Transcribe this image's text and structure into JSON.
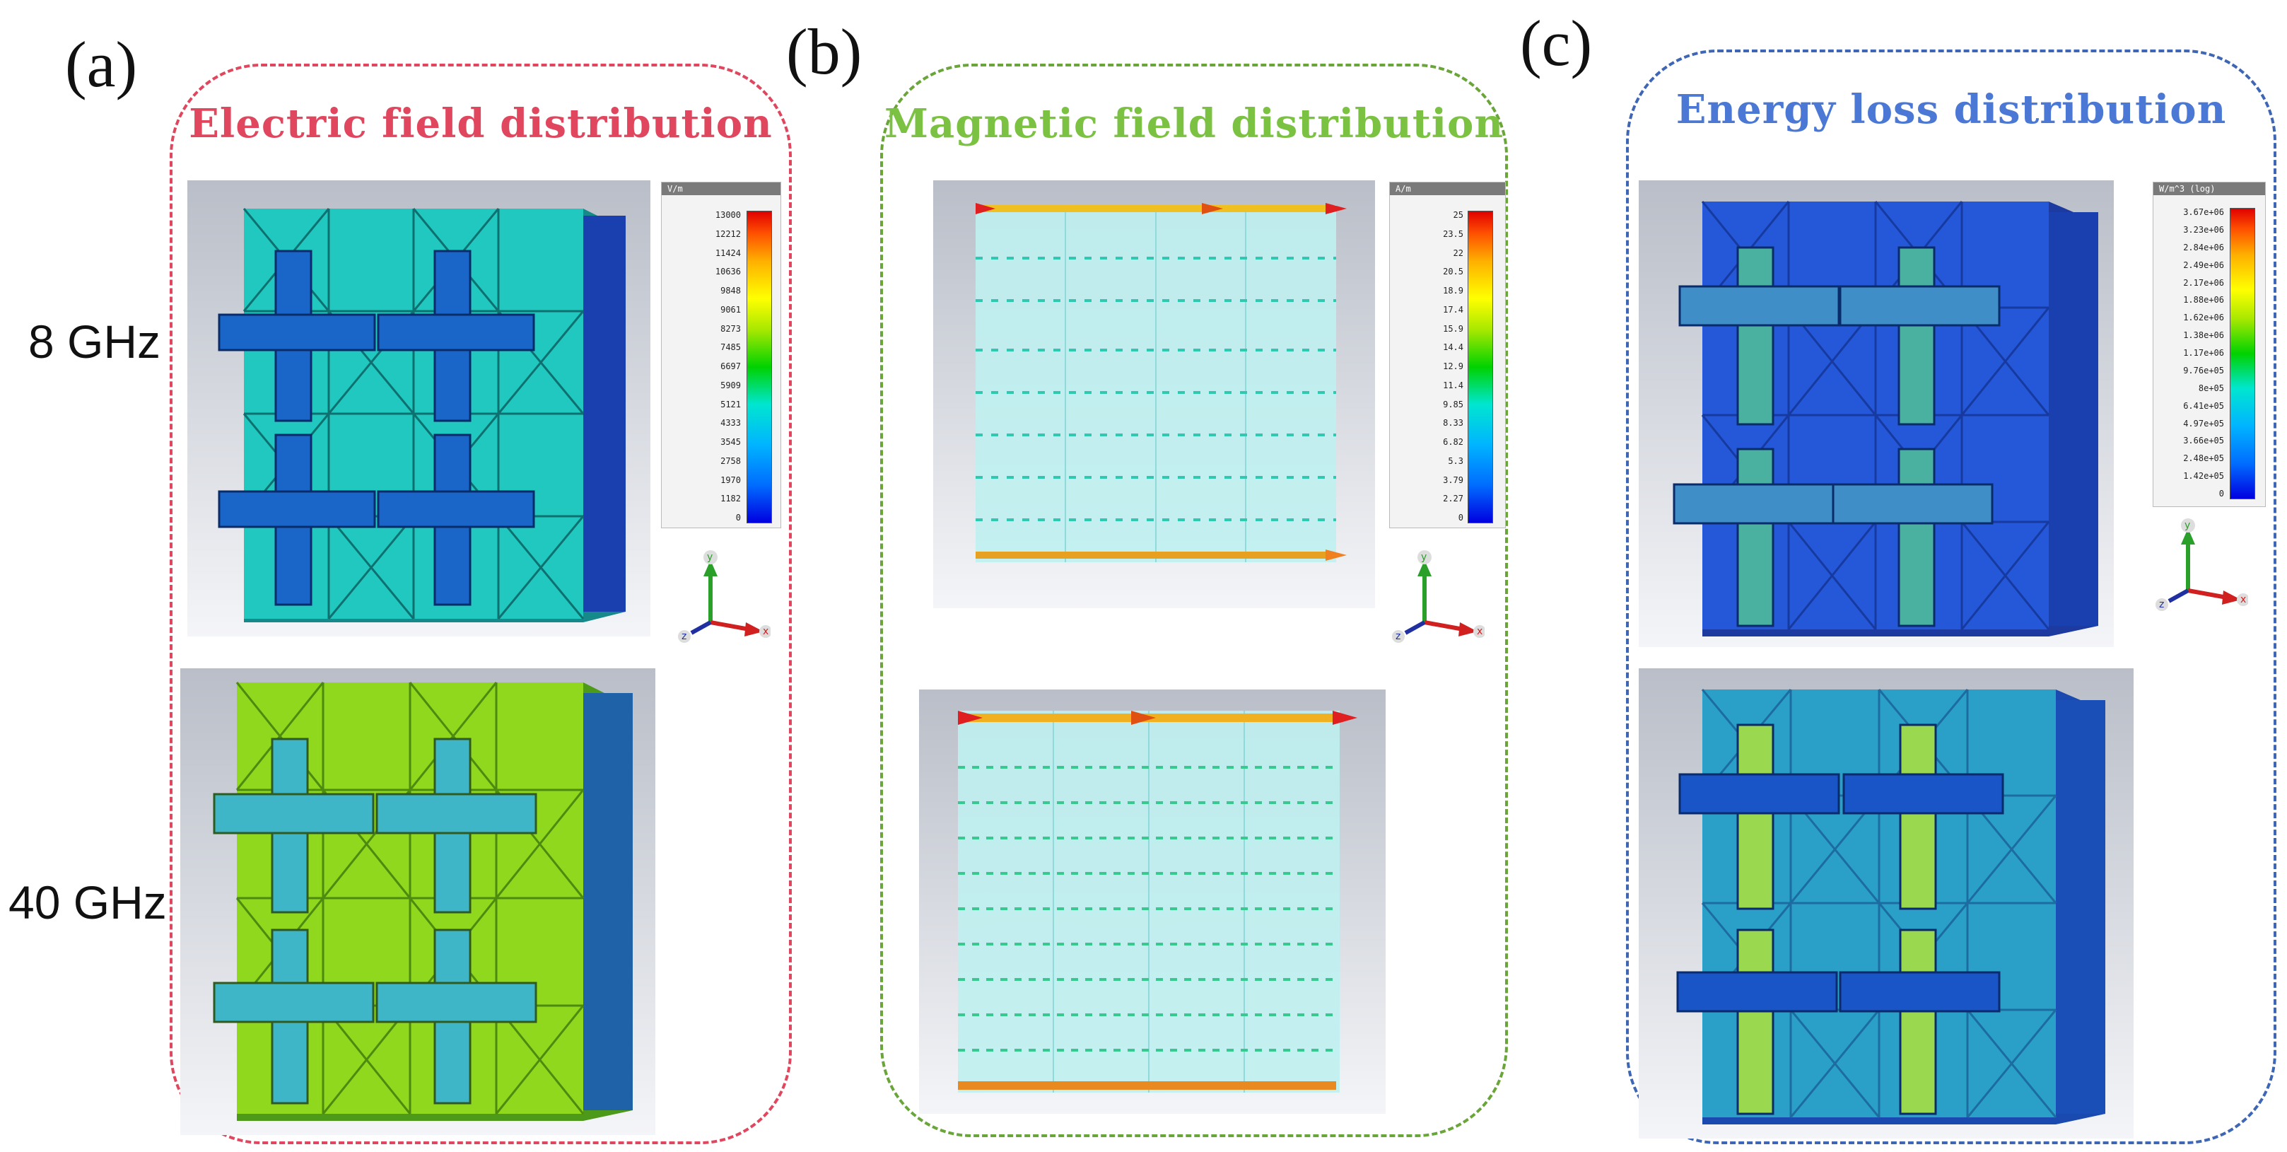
{
  "panels": {
    "a": "(a)",
    "b": "(b)",
    "c": "(c)"
  },
  "freqs": {
    "low": "8 GHz",
    "high": "40 GHz"
  },
  "groups": {
    "electric": {
      "title": "Electric field distribution",
      "color": "#e0475e"
    },
    "magnetic": {
      "title": "Magnetic field distribution",
      "color": "#7cc242"
    },
    "energy": {
      "title": "Energy loss distribution",
      "color": "#4a78d4"
    }
  },
  "legends": {
    "electric": {
      "unit": "V/m",
      "ticks": [
        "13000",
        "12212",
        "11424",
        "10636",
        "9848",
        "9061",
        "8273",
        "7485",
        "6697",
        "5909",
        "5121",
        "4333",
        "3545",
        "2758",
        "1970",
        "1182",
        "0"
      ]
    },
    "magnetic": {
      "unit": "A/m",
      "ticks": [
        "25",
        "23.5",
        "22",
        "20.5",
        "18.9",
        "17.4",
        "15.9",
        "14.4",
        "12.9",
        "11.4",
        "9.85",
        "8.33",
        "6.82",
        "5.3",
        "3.79",
        "2.27",
        "0"
      ]
    },
    "energy": {
      "unit": "W/m^3 (log)",
      "ticks": [
        "3.67e+06",
        "3.23e+06",
        "2.84e+06",
        "2.49e+06",
        "2.17e+06",
        "1.88e+06",
        "1.62e+06",
        "1.38e+06",
        "1.17e+06",
        "9.76e+05",
        "8e+05",
        "6.41e+05",
        "4.97e+05",
        "3.66e+05",
        "2.48e+05",
        "1.42e+05",
        "0"
      ]
    }
  },
  "axes": {
    "x": "x",
    "y": "y",
    "z": "z"
  },
  "colors": {
    "e_low_cube": "#20c8c0",
    "e_low_cross": "#1a66c8",
    "e_high_cube": "#8fd81e",
    "e_high_cross": "#3fb6c8",
    "h_fill": "#bff0f0",
    "l_low_cube": "#2558d8",
    "l_low_cross": "#3f8ec8",
    "l_high_cube": "#2aa0c8",
    "l_high_cross": "#1a55c8"
  }
}
